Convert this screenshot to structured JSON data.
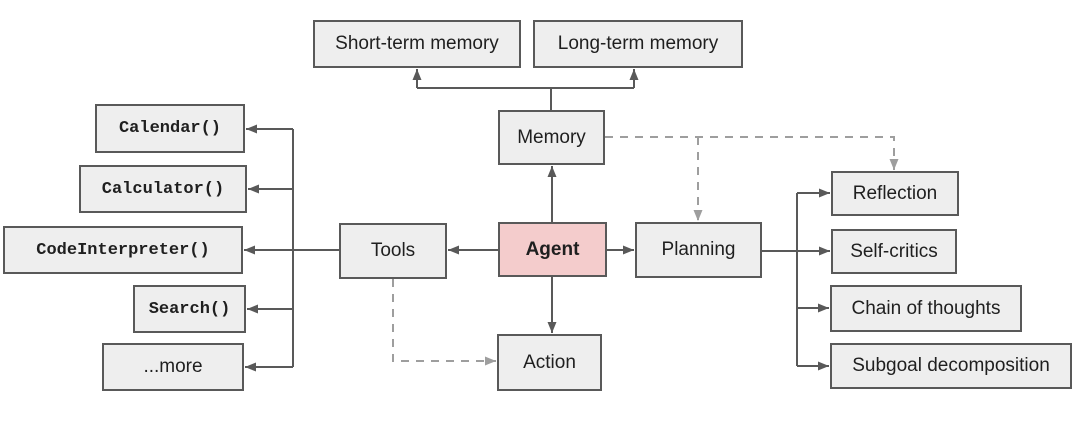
{
  "diagram": {
    "background": "#ffffff",
    "palette": {
      "box_fill": "#eeeeee",
      "box_border": "#595959",
      "agent_fill": "#f4cccc",
      "solid_edge": "#595959",
      "dashed_edge": "#9e9e9e",
      "text": "#1f1f1f"
    },
    "nodes": {
      "agent": {
        "label": "Agent"
      },
      "memory": {
        "label": "Memory"
      },
      "short_term_memory": {
        "label": "Short-term memory"
      },
      "long_term_memory": {
        "label": "Long-term memory"
      },
      "tools": {
        "label": "Tools"
      },
      "calendar": {
        "label": "Calendar()"
      },
      "calculator": {
        "label": "Calculator()"
      },
      "code_interpreter": {
        "label": "CodeInterpreter()"
      },
      "search": {
        "label": "Search()"
      },
      "more": {
        "label": "...more"
      },
      "planning": {
        "label": "Planning"
      },
      "reflection": {
        "label": "Reflection"
      },
      "self_critics": {
        "label": "Self-critics"
      },
      "chain_of_thoughts": {
        "label": "Chain of thoughts"
      },
      "subgoal_decomposition": {
        "label": "Subgoal decomposition"
      },
      "action": {
        "label": "Action"
      }
    },
    "edges": {
      "solid": [
        "agent-to-memory",
        "agent-to-tools",
        "agent-to-planning",
        "agent-to-action",
        "memory-to-short-term-memory",
        "memory-to-long-term-memory",
        "tools-to-calendar",
        "tools-to-calculator",
        "tools-to-code-interpreter",
        "tools-to-search",
        "tools-to-more",
        "planning-to-reflection",
        "planning-to-self-critics",
        "planning-to-chain-of-thoughts",
        "planning-to-subgoal-decomposition"
      ],
      "dashed": [
        "memory-to-planning",
        "memory-to-reflection",
        "tools-to-action"
      ]
    }
  }
}
